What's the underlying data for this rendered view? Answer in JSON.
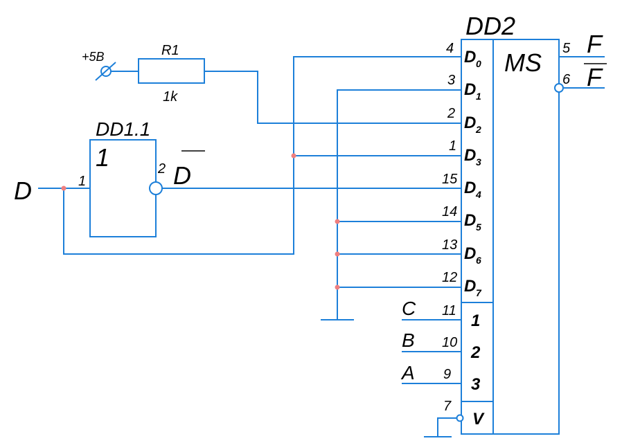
{
  "power": {
    "label": "+5B"
  },
  "resistor": {
    "ref": "R1",
    "value": "1k"
  },
  "inverter": {
    "ref": "DD1.1",
    "function_symbol": "1",
    "input_pin": "1",
    "output_pin": "2",
    "input_signal": "D",
    "output_signal": "D"
  },
  "mux": {
    "ref": "DD2",
    "function_symbol": "MS",
    "data_inputs": [
      {
        "pin": "4",
        "name": "D",
        "index": "0"
      },
      {
        "pin": "3",
        "name": "D",
        "index": "1"
      },
      {
        "pin": "2",
        "name": "D",
        "index": "2"
      },
      {
        "pin": "1",
        "name": "D",
        "index": "3"
      },
      {
        "pin": "15",
        "name": "D",
        "index": "4"
      },
      {
        "pin": "14",
        "name": "D",
        "index": "5"
      },
      {
        "pin": "13",
        "name": "D",
        "index": "6"
      },
      {
        "pin": "12",
        "name": "D",
        "index": "7"
      }
    ],
    "address_inputs": [
      {
        "pin": "11",
        "weight": "1",
        "signal": "C"
      },
      {
        "pin": "10",
        "weight": "2",
        "signal": "B"
      },
      {
        "pin": "9",
        "weight": "3",
        "signal": "A"
      }
    ],
    "enable": {
      "pin": "7",
      "label": "V"
    },
    "outputs": [
      {
        "pin": "5",
        "signal": "F"
      },
      {
        "pin": "6",
        "signal": "F"
      }
    ]
  }
}
